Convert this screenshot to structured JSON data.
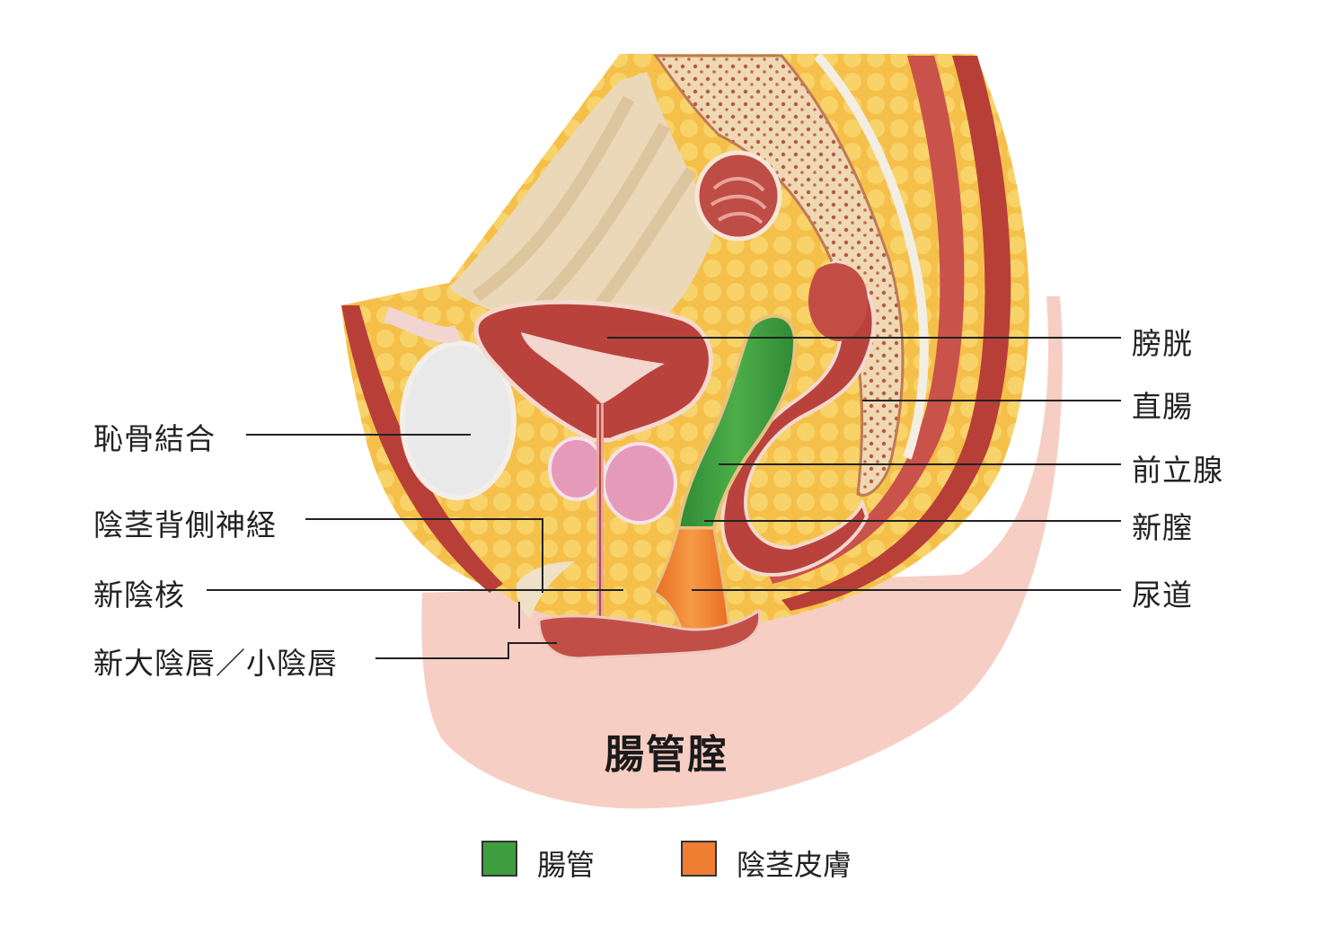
{
  "labels_left": {
    "pubic_symphysis": "恥骨結合",
    "dorsal_penile_nerve": "陰茎背側神経",
    "neo_clitoris": "新陰核",
    "neo_labia": "新大陰唇／小陰唇"
  },
  "labels_right": {
    "bladder": "膀胱",
    "rectum": "直腸",
    "prostate": "前立腺",
    "neo_vagina": "新膣",
    "urethra": "尿道"
  },
  "caption": "腸管腟",
  "legend": {
    "intestine": {
      "label": "腸管",
      "color": "#3f9e3f"
    },
    "penile_skin": {
      "label": "陰茎皮膚",
      "color": "#f07e32"
    }
  },
  "colors": {
    "skin": "#f6c9bf",
    "fat": "#f5c547",
    "muscle": "#b8413b",
    "bone": "#e8c79a",
    "intestine": "#3f9e3f",
    "penile_skin": "#f07e32"
  }
}
